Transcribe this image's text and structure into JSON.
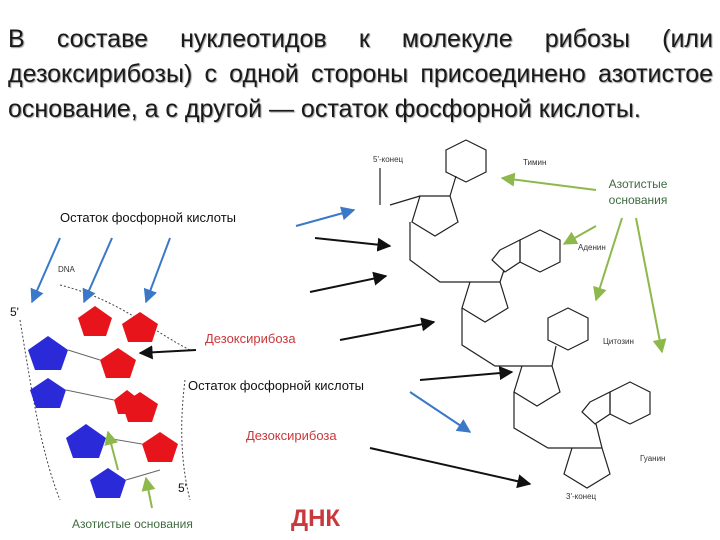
{
  "heading": "В составе нуклеотидов к молекуле рибозы (или дезоксирибозы) с одной стороны присоединено азотистое основание, а с другой — остаток фосфорной кислоты.",
  "labels": {
    "phosphate_top": "Остаток фосфорной кислоты",
    "phosphate_mid": "Остаток фосфорной кислоты",
    "deoxyribose_1": "Дезоксирибоза",
    "deoxyribose_2": "Дезоксирибоза",
    "bases_right": "Азотистые основания",
    "bases_bottom": "Азотистые основания",
    "dna": "ДНК"
  },
  "structure": {
    "five_prime_end": "5'-конец",
    "three_prime_end": "3'-конец",
    "thymine": "Тимин",
    "adenine": "Аденин",
    "cytosine": "Цитозин",
    "guanine": "Гуанин"
  },
  "helix": {
    "title": "DNA",
    "five_prime": "5'",
    "five_prime_bottom": "5'"
  },
  "colors": {
    "deoxyribose_red": "#e8141c",
    "base_blue": "#2a2ad8",
    "arrow_blue": "#3b78c8",
    "arrow_black": "#111111",
    "arrow_green": "#8db84a"
  }
}
